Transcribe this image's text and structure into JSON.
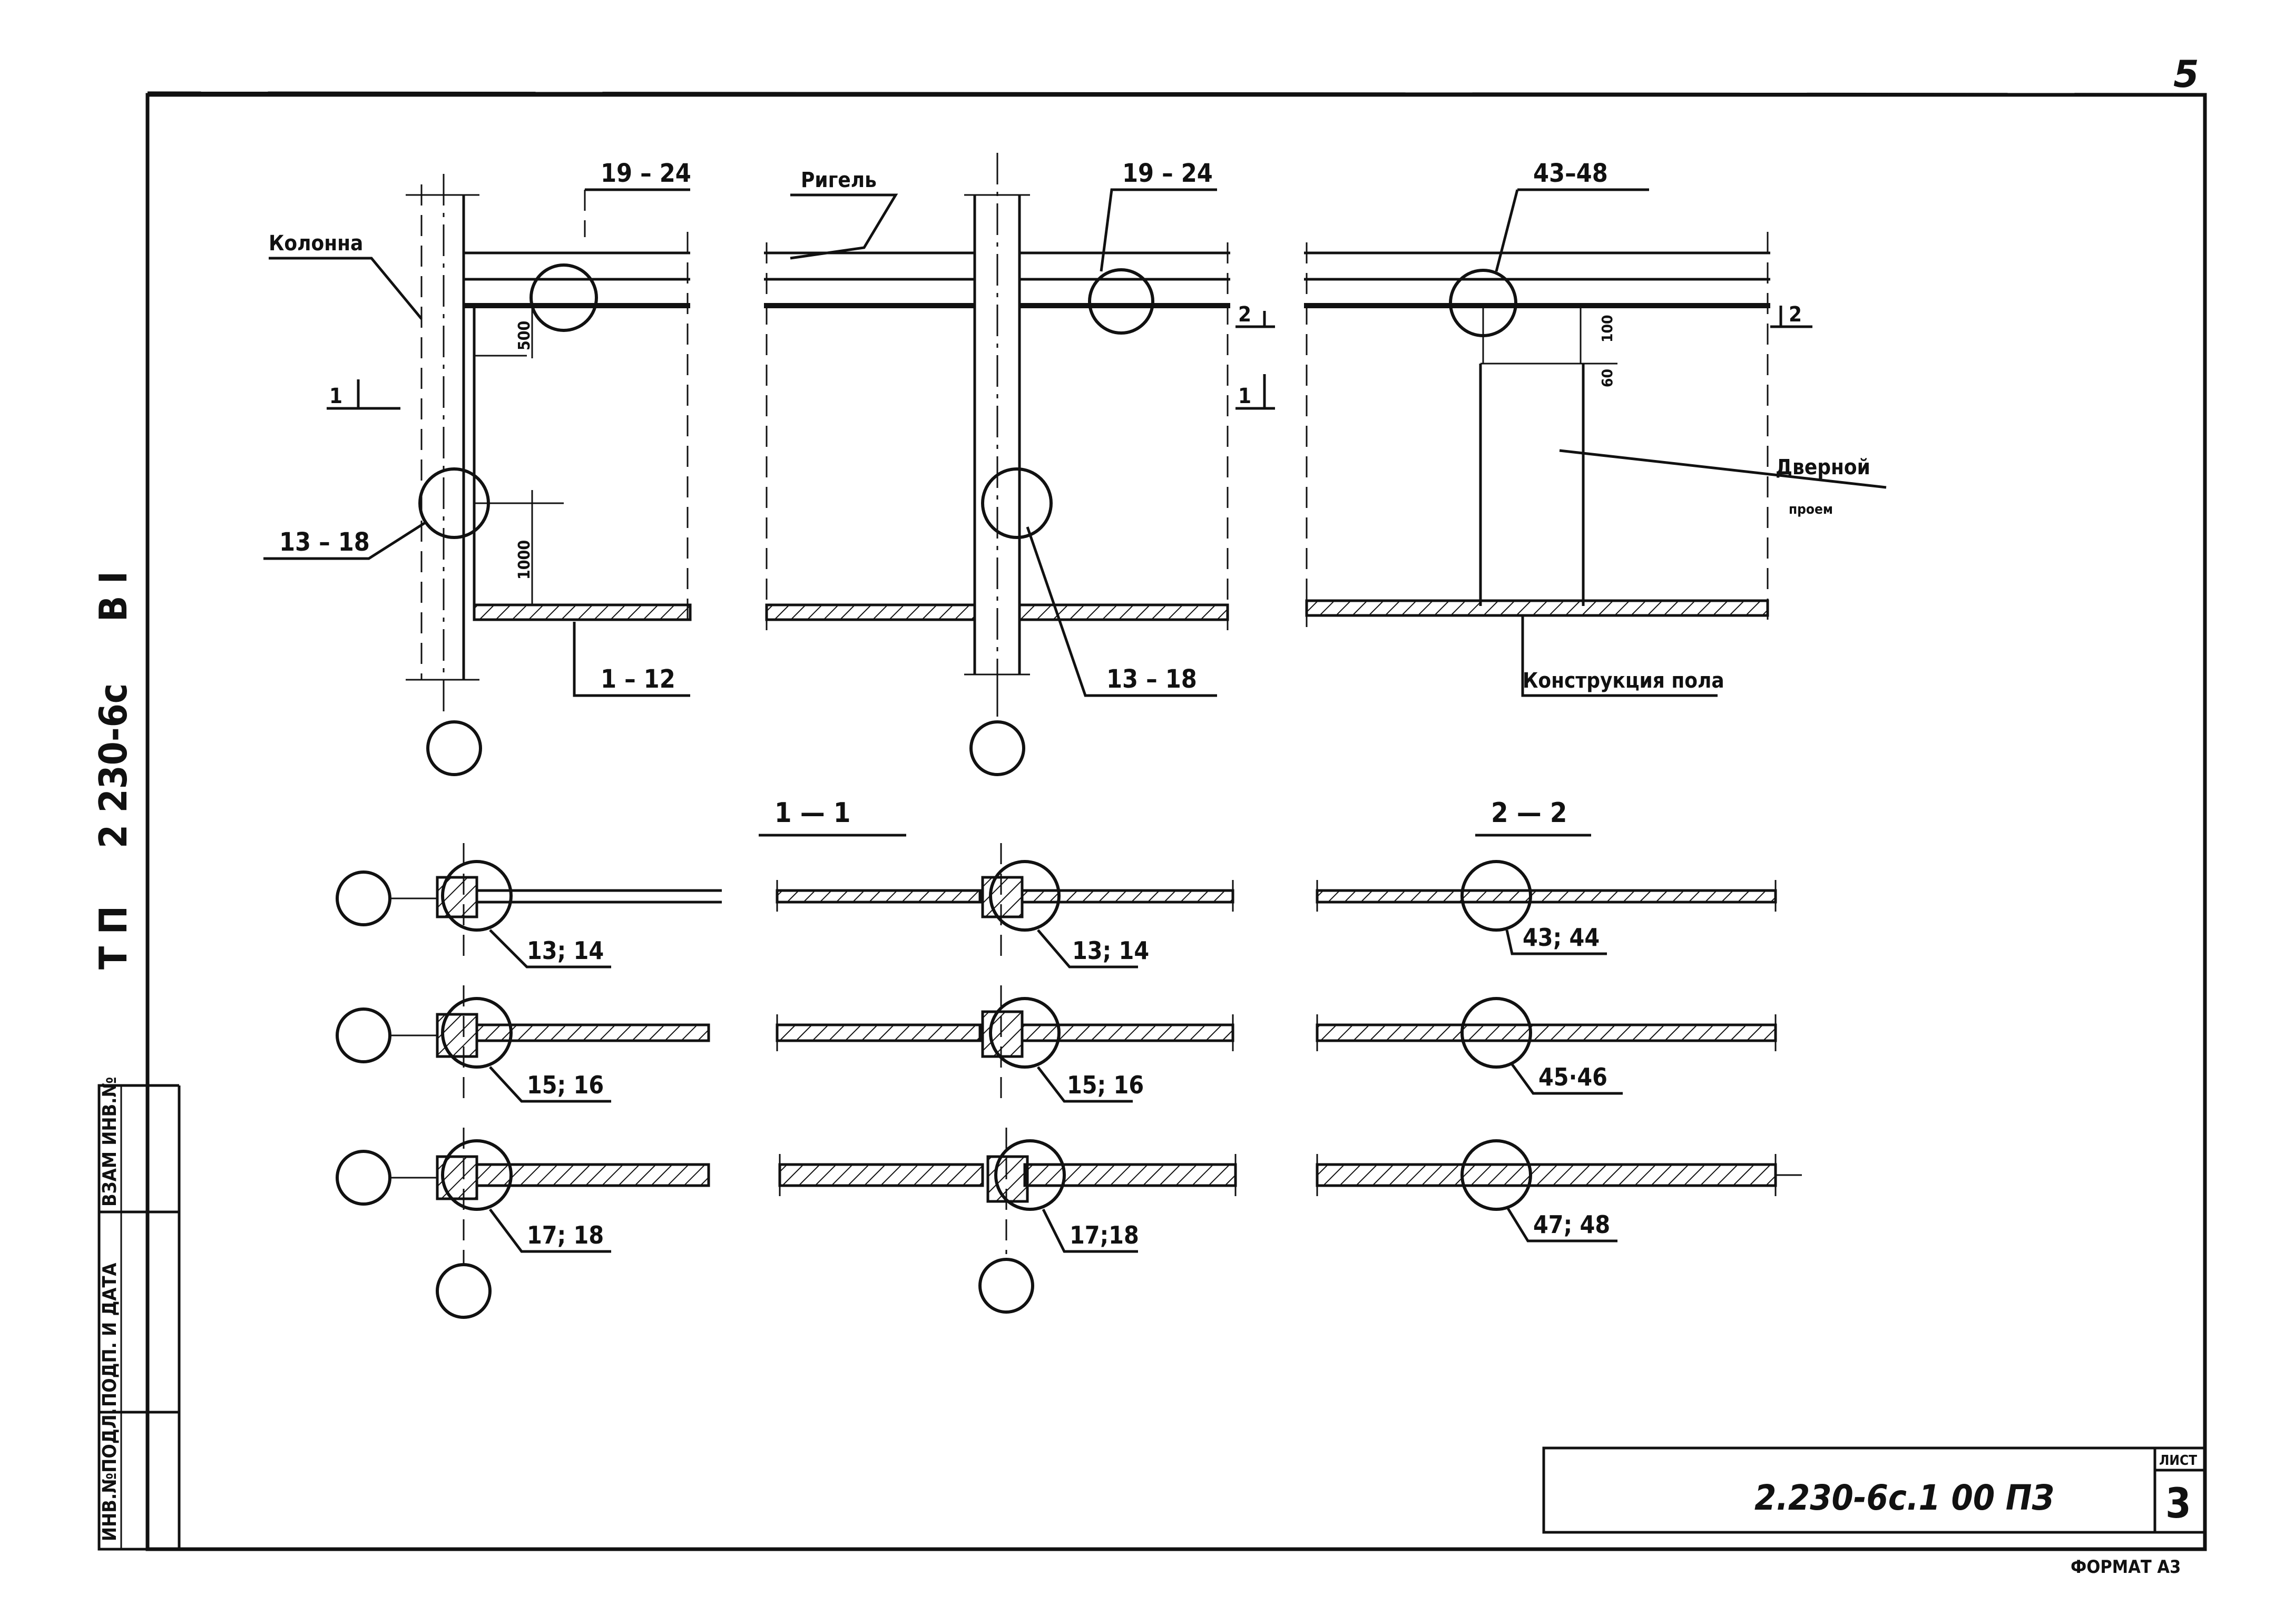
{
  "sheet": {
    "page_number": "5",
    "format_note": "ФОРМАТ  А3"
  },
  "side_code": {
    "prefix": "Т П",
    "number": "2 230-6с",
    "suffix": "В I"
  },
  "stamp_left": {
    "col1": "ИНВ.№ПОДЛ.",
    "col2": "ПОДП. И ДАТА",
    "col3": "ВЗАМ ИНВ.№"
  },
  "title_block": {
    "code": "2.230-6с.1 00 ПЗ",
    "sheet_label": "ЛИСТ",
    "sheet_number": "3"
  },
  "labels": {
    "kolonna": "Колонна",
    "rigel": "Ригель",
    "dvernoy_proem_1": "Дверной",
    "dvernoy_proem_2": "проем",
    "konstrukciya_pola": "Конструкция пола",
    "nodes_19_24_a": "19 – 24",
    "nodes_19_24_b": "19 – 24",
    "nodes_43_48": "43–48",
    "nodes_13_18_a": "13 – 18",
    "nodes_13_18_b": "13 – 18",
    "nodes_1_12": "1 – 12",
    "dim_500": "500",
    "dim_1000": "1000",
    "dim_100": "100",
    "dim_60": "60",
    "cut_1_left": "1",
    "cut_1_right": "1",
    "cut_2_left": "2",
    "cut_2_right": "2"
  },
  "sections": {
    "s1_title": "1 — 1",
    "s2_title": "2 — 2"
  },
  "plan_tags": {
    "r1c1": "13; 14",
    "r1c2": "13; 14",
    "r1c3": "43; 44",
    "r2c1": "15; 16",
    "r2c2": "15; 16",
    "r2c3": "45·46",
    "r3c1": "17; 18",
    "r3c2": "17;18",
    "r3c3": "47; 48"
  }
}
